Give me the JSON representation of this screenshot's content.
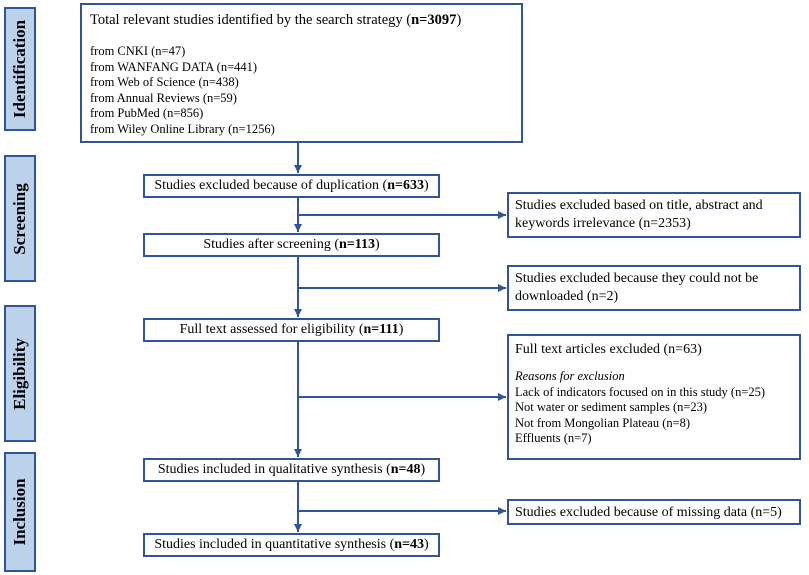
{
  "stages": {
    "identification": "Identification",
    "screening": "Screening",
    "eligibility": "Eligibility",
    "inclusion": "Inclusion"
  },
  "identification_box": {
    "title_prefix": "Total relevant studies identified by the search strategy (",
    "title_count": "n=3097",
    "title_suffix": ")",
    "sources": [
      "from CNKI (n=47)",
      "from WANFANG DATA (n=441)",
      "from Web of Science (n=438)",
      "from Annual Reviews (n=59)",
      "from PubMed (n=856)",
      "from Wiley Online Library (n=1256)"
    ]
  },
  "main_flow": {
    "duplication": {
      "prefix": "Studies excluded because of duplication (",
      "count": "n=633",
      "suffix": ")"
    },
    "after_screening": {
      "prefix": "Studies after screening (",
      "count": "n=113",
      "suffix": ")"
    },
    "full_text": {
      "prefix": "Full text assessed for eligibility (",
      "count": "n=111",
      "suffix": ")"
    },
    "qualitative": {
      "prefix": "Studies included in qualitative synthesis (",
      "count": "n=48",
      "suffix": ")"
    },
    "quantitative": {
      "prefix": "Studies included in quantitative synthesis (",
      "count": "n=43",
      "suffix": ")"
    }
  },
  "exclusions": {
    "irrelevance": {
      "line1": "Studies excluded based on title, abstract and",
      "line2": "keywords irrelevance (n=2353)"
    },
    "not_downloaded": {
      "line1": "Studies excluded because they could not be",
      "line2": "downloaded (n=2)"
    },
    "full_text_excluded": {
      "title": "Full text articles excluded (n=63)",
      "reasons_title": "Reasons for exclusion",
      "reasons": [
        "Lack of indicators focused on in this study (n=25)",
        "Not water or sediment samples (n=23)",
        "Not from Mongolian Plateau (n=8)",
        "Effluents (n=7)"
      ]
    },
    "missing_data": {
      "text": "Studies excluded because of missing data (n=5)"
    }
  },
  "colors": {
    "border": "#2f5597",
    "stage_fill": "#bcd1ea",
    "arrow": "#2f5597"
  }
}
